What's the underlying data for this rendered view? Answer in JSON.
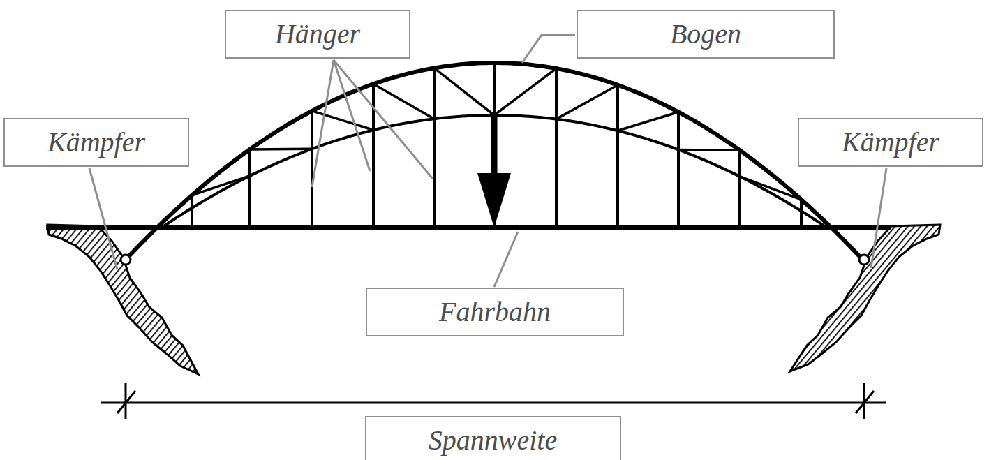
{
  "diagram": {
    "nodes": [
      {
        "text": [
          "Hänger"
        ]
      },
      {
        "text": [
          "Bogen"
        ]
      },
      {
        "text": [
          "Kämpfer"
        ]
      },
      {
        "text": [
          "Kämpfer"
        ]
      },
      {
        "text": [
          "Fahrbahn"
        ]
      },
      {
        "text": [
          "Spannweite"
        ]
      }
    ]
  }
}
